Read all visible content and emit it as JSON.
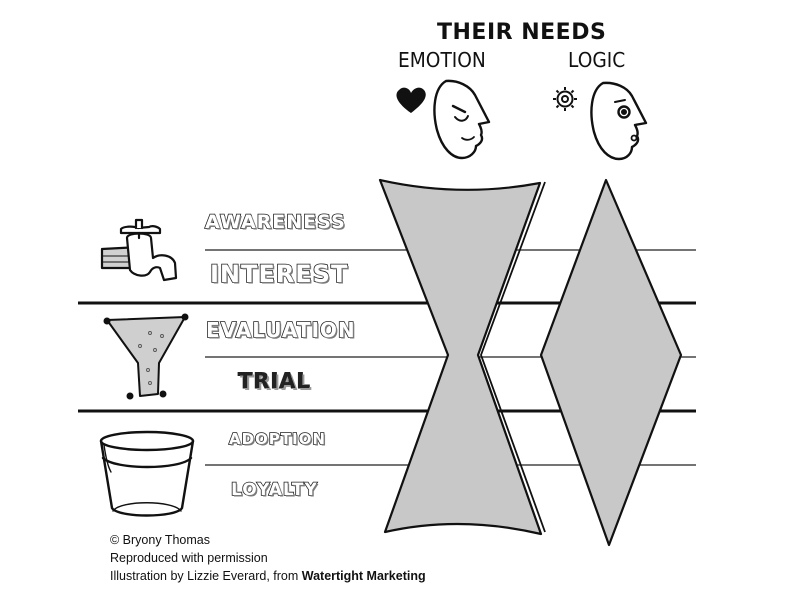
{
  "header": {
    "title": "THEIR NEEDS",
    "emotion": "EMOTION",
    "logic": "LOGIC"
  },
  "stages": {
    "awareness": "AWARENESS",
    "interest": "INTEREST",
    "evaluation": "EVALUATION",
    "trial": "TRIAL",
    "adoption": "ADOPTION",
    "loyalty": "LOYALTY"
  },
  "credits": {
    "copyright": "© Bryony Thomas",
    "permission": "Reproduced with permission",
    "illustration_prefix": "Illustration by Lizzie Everard, from ",
    "illustration_source": "Watertight Marketing"
  },
  "colors": {
    "ink": "#111111",
    "fill": "#c8c8c8",
    "outline": "#7a7a7a"
  }
}
